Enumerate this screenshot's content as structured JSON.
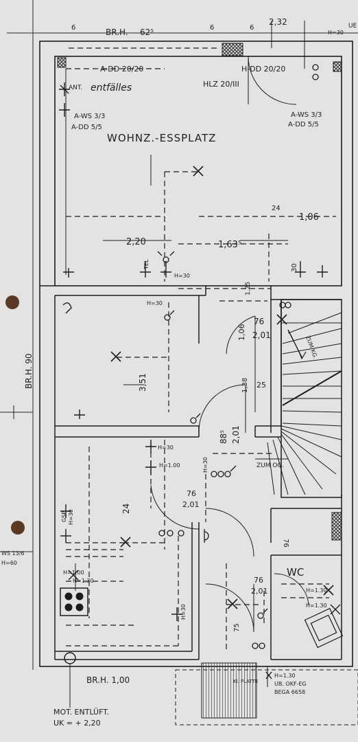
{
  "colors": {
    "paper": "#e4e3e1",
    "ink": "#1c1c1c",
    "wall_fill": "#f2f1ef",
    "hatch": "#2a2a2a",
    "hole": "#5a3a25"
  },
  "labels": {
    "br_top": "BR.H.",
    "br_top_val": "62⁵",
    "dim_6a": "6",
    "dim_6b": "6",
    "dim_6c": "6",
    "dim_232": "2,32",
    "h30_top": "H=30",
    "ue": "UE",
    "add_left": "A-DD 20/20",
    "add_right": "H-DD 20/20",
    "ant": "ANT.",
    "entfaellt": "entfälles",
    "hlz": "HLZ 20/III",
    "aws_left": "A-WS 3/3",
    "add55_left": "A-DD 5/5",
    "aws_right": "A-WS 3/3",
    "add55_right": "A-DD 5/5",
    "room_living": "WOHNZ.-ESSPLATZ",
    "dim_24a": "24",
    "dim_106": "1,06",
    "dim_220": "2,20",
    "dim_163": "1,63⁵",
    "tel": "TEL",
    "h30_living": "H=30",
    "dim_30": "30",
    "dim_125": "1,25",
    "h30_hall": "H=30",
    "dim_106v": "1,06",
    "dim_76a": "76",
    "dim_201a": "2,01",
    "zum_kg": "ZUM KG.",
    "br_left": "BR.H. 90",
    "dim_351": "3,51",
    "dim_138": "1,38",
    "dim_25": "25",
    "dim_885": "88⁵",
    "dim_201v": "2,01",
    "h30_kitchen": "H=30",
    "h100_kitchen": "H=1.00",
    "h30_stair": "H=30",
    "zum_og": "ZUM OG.",
    "dim_24b": "24",
    "dim_76b": "76",
    "dim_201b": "2,01",
    "gsp": "GSP.",
    "gsp_h": "H=30",
    "ws_left": "WS 13/6",
    "h60": "H=60",
    "h100b": "H=1.00",
    "h130a": "H=1.30",
    "dim_76c": "76",
    "wc": "WC",
    "dim_76d": "76",
    "dim_201c": "2,01",
    "h130b": "H=1.30",
    "h130c": "H=1.30",
    "h30_bath": "H=30",
    "dim_75": "75",
    "h130d": "H=1.30",
    "ub_okf": "UB. OKF-EG",
    "bega": "BEGA 6658",
    "kl_plat": "Kl. PLATTE",
    "br_bottom": "BR.H. 1,00",
    "mot_entl": "MOT. ENTLÜFT.",
    "uk": "UK = + 2,20"
  }
}
